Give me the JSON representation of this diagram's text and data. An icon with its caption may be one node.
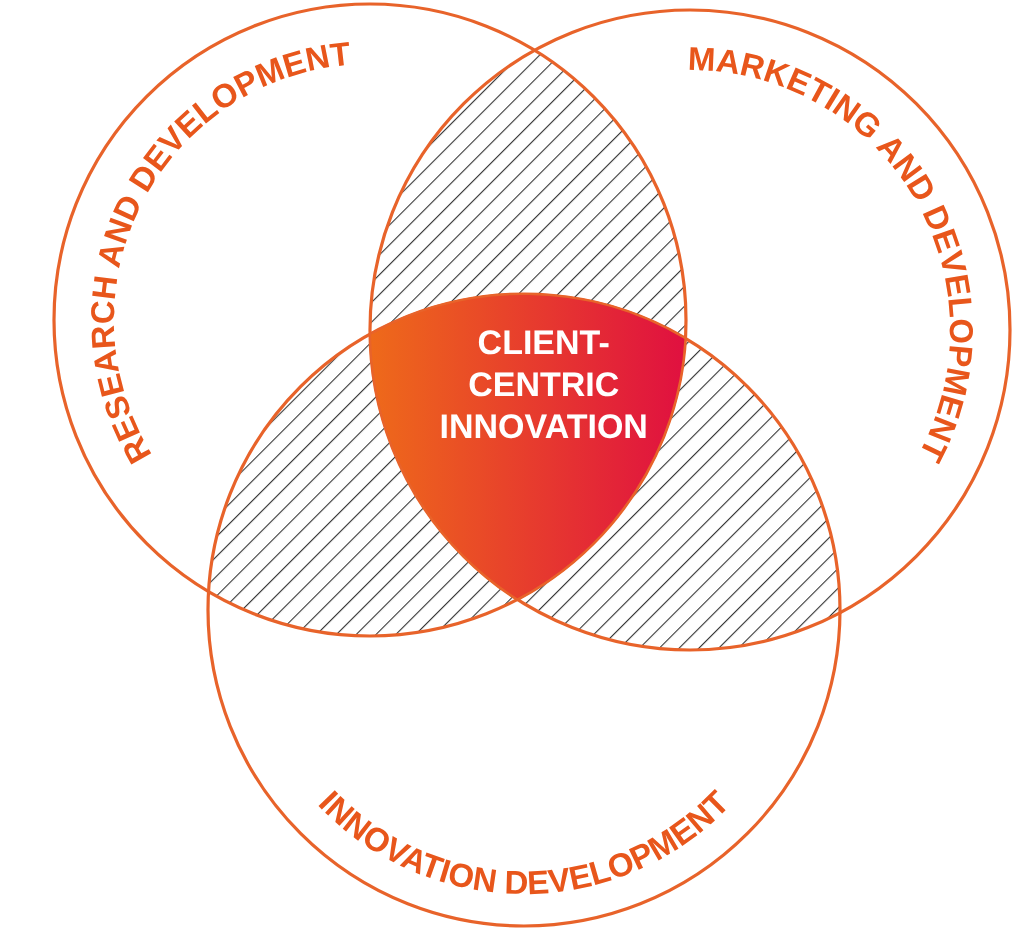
{
  "diagram": {
    "nodes": [
      {
        "text": [
          "RESEARCH AND DEVELOPMENT"
        ]
      },
      {
        "text": [
          "MARKETING AND DEVELOPMENT"
        ]
      },
      {
        "text": [
          "INNOVATION DEVELOPMENT"
        ]
      },
      {
        "text": [
          "CLIENT- CENTRIC INNOVATION"
        ]
      }
    ]
  }
}
